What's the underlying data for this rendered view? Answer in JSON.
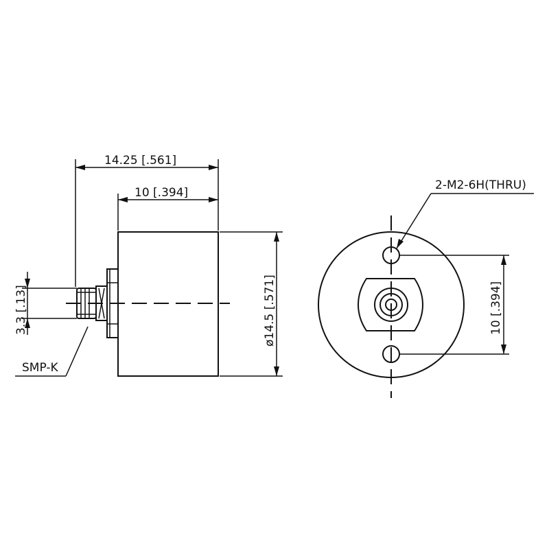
{
  "drawing": {
    "side_view": {
      "overall_length": "14.25 [.561]",
      "body_length": "10 [.394]",
      "body_diameter": "ø14.5 [.571]",
      "connector_height": "3.3 [.13]",
      "connector_label": "SMP-K"
    },
    "front_view": {
      "hole_spec": "2-M2-6H(THRU)",
      "hole_spacing": "10 [.394]"
    }
  }
}
